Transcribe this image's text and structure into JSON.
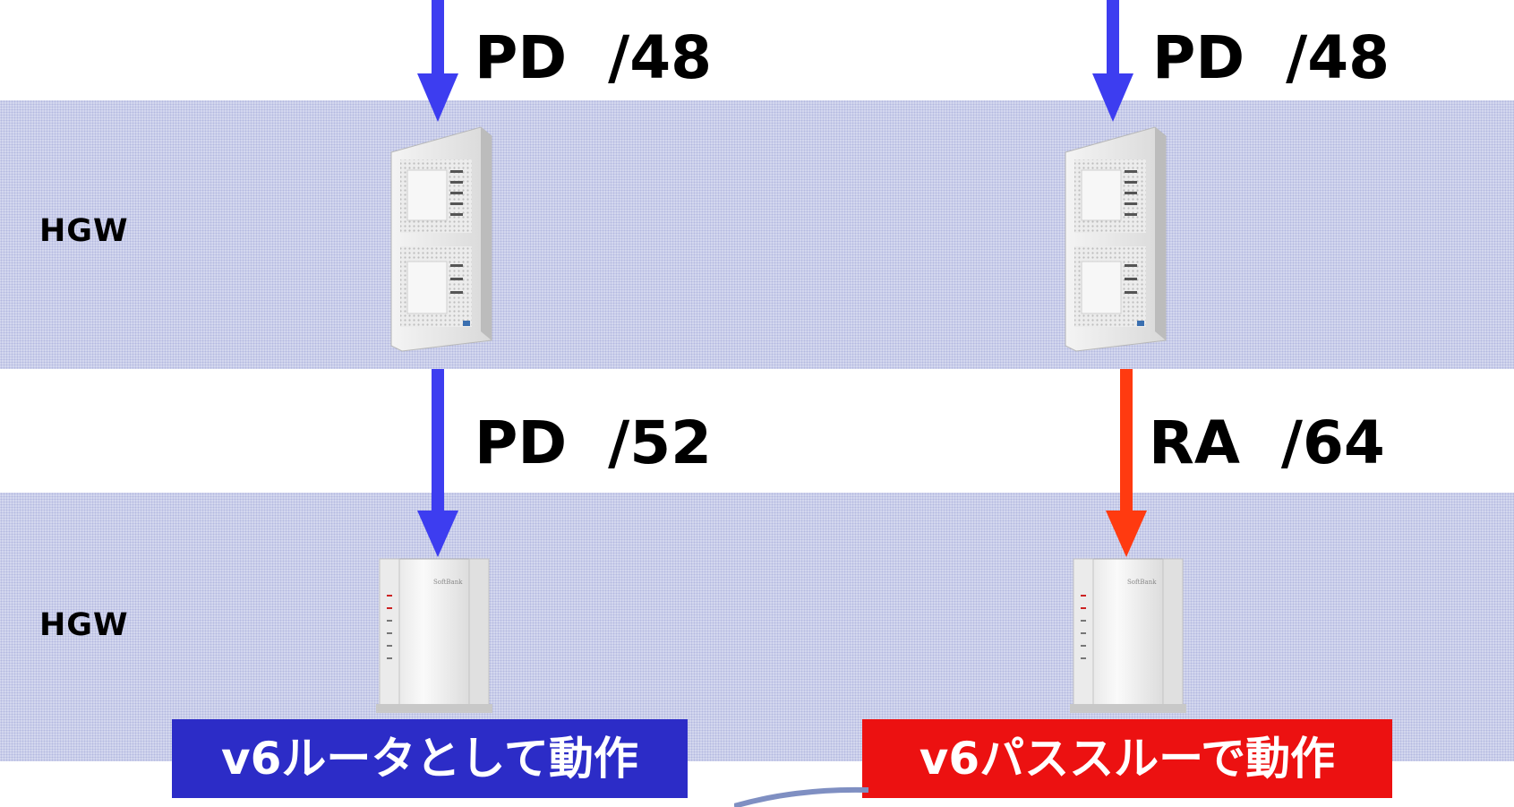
{
  "rows": [
    {
      "label": "HGW"
    },
    {
      "label": "HGW"
    }
  ],
  "prefixes": {
    "left_upper": "PD  /48",
    "right_upper": "PD  /48",
    "left_lower": "PD  /52",
    "right_lower": "RA  /64"
  },
  "badges": {
    "left": "v6ルータとして動作",
    "right": "v6パススルーで動作"
  },
  "colors": {
    "blue_arrow": "#3d3df0",
    "red_arrow": "#ff3a10",
    "badge_left": "#2c2cc7",
    "badge_right": "#ec1111",
    "band": "#d4d8ee"
  },
  "device_brand": "SoftBank"
}
